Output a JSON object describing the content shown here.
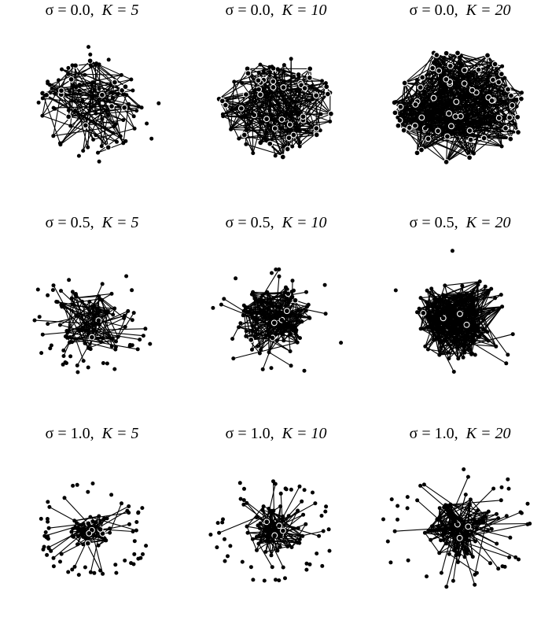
{
  "panels": [
    {
      "sigma": "σ = 0.0,",
      "k": "K = 5",
      "avg_degree": 5,
      "spread": 0.0
    },
    {
      "sigma": "σ = 0.0,",
      "k": "K = 10",
      "avg_degree": 10,
      "spread": 0.0
    },
    {
      "sigma": "σ = 0.0,",
      "k": "K = 20",
      "avg_degree": 20,
      "spread": 0.0
    },
    {
      "sigma": "σ = 0.5,",
      "k": "K = 5",
      "avg_degree": 5,
      "spread": 0.5
    },
    {
      "sigma": "σ = 0.5,",
      "k": "K = 10",
      "avg_degree": 10,
      "spread": 0.5
    },
    {
      "sigma": "σ = 0.5,",
      "k": "K = 20",
      "avg_degree": 20,
      "spread": 0.5
    },
    {
      "sigma": "σ = 1.0,",
      "k": "K = 5",
      "avg_degree": 5,
      "spread": 1.0
    },
    {
      "sigma": "σ = 1.0,",
      "k": "K = 10",
      "avg_degree": 10,
      "spread": 1.0
    },
    {
      "sigma": "σ = 1.0,",
      "k": "K = 20",
      "avg_degree": 20,
      "spread": 1.0
    }
  ],
  "colors": {
    "node": "#000000",
    "edge": "#000000",
    "hub_ring": "#ffffff"
  }
}
